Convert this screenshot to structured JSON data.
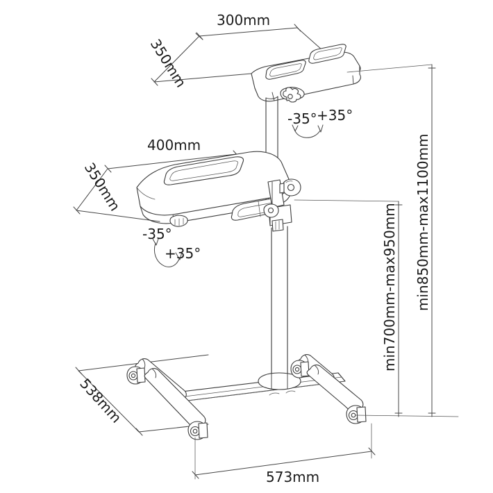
{
  "drawing": {
    "title": "Mobile projector / laptop trolley dimension drawing",
    "units": "mm",
    "line_color": "#3a3a3a",
    "text_color": "#1a1a1a",
    "background": "#ffffff"
  },
  "dimensions": {
    "top_tray_width": "300mm",
    "top_tray_depth": "350mm",
    "lower_tray_width": "400mm",
    "lower_tray_depth": "350mm",
    "base_depth": "538mm",
    "base_width": "573mm",
    "lower_tray_height_range": "min700mm-max950mm",
    "top_tray_height_range": "min850mm-max1100mm"
  },
  "angles": {
    "top_tray_tilt_minus": "-35°",
    "top_tray_tilt_plus": "+35°",
    "lower_tray_tilt_minus": "-35°",
    "lower_tray_tilt_plus": "+35°"
  },
  "labels": {
    "top_width": "300mm",
    "top_depth": "350mm",
    "mid_width": "400mm",
    "mid_depth": "350mm",
    "base_depth": "538mm",
    "base_width": "573mm",
    "height_inner": "min700mm-max950mm",
    "height_outer": "min850mm-max1100mm",
    "angle_top_neg": "-35°",
    "angle_top_pos": "+35°",
    "angle_mid_neg": "-35°",
    "angle_mid_pos": "+35°"
  }
}
